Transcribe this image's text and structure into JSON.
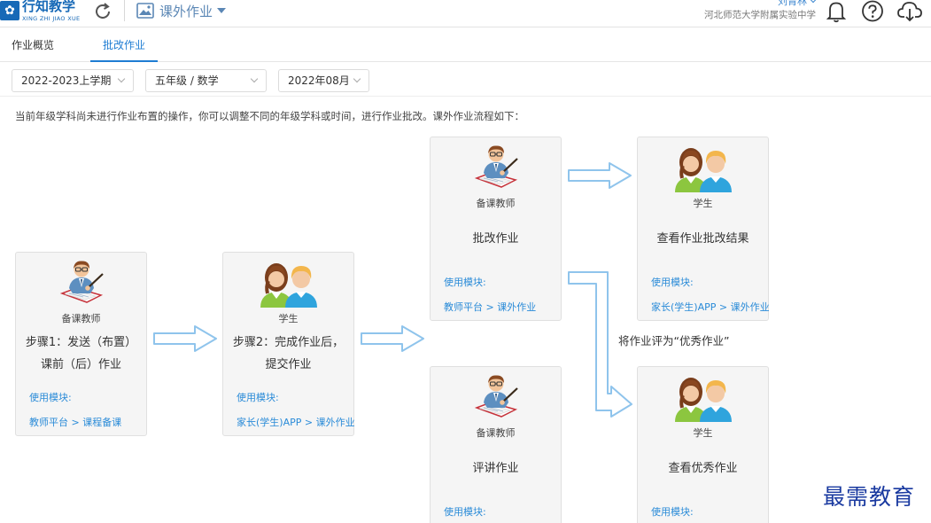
{
  "header": {
    "logo_cn": "行知教学",
    "logo_en": "XING ZHI JIAO XUE",
    "module_label": "课外作业",
    "user_name": "刘青林",
    "school": "河北师范大学附属实验中学"
  },
  "tabs": [
    {
      "label": "作业概览"
    },
    {
      "label": "批改作业"
    }
  ],
  "filters": {
    "term": "2022-2023上学期",
    "grade_subject": "五年级 / 数学",
    "month": "2022年08月"
  },
  "notice": "当前年级学科尚未进行作业布置的操作，你可以调整不同的年级学科或时间，进行作业批改。课外作业流程如下：",
  "flow": {
    "module_title": "使用模块:",
    "cards": {
      "step1": {
        "role": "备课教师",
        "line1": "步骤1：发送（布置）",
        "line2": "课前（后）作业",
        "path": "教师平台 > 课程备课"
      },
      "step2": {
        "role": "学生",
        "line1": "步骤2：完成作业后，",
        "line2": "提交作业",
        "path": "家长(学生)APP > 课外作业"
      },
      "grade": {
        "role": "备课教师",
        "line1": "批改作业",
        "path": "教师平台 > 课外作业"
      },
      "result": {
        "role": "学生",
        "line1": "查看作业批改结果",
        "path": "家长(学生)APP > 课外作业"
      },
      "review": {
        "role": "备课教师",
        "line1": "评讲作业"
      },
      "excellent": {
        "role": "学生",
        "line1": "查看优秀作业"
      }
    },
    "note": "将作业评为“优秀作业”"
  },
  "watermark": "最需教育",
  "colors": {
    "accent": "#1f7dd3",
    "link": "#2a8bd8",
    "arrow": "#8fc4ec",
    "logo": "#1769b7"
  }
}
